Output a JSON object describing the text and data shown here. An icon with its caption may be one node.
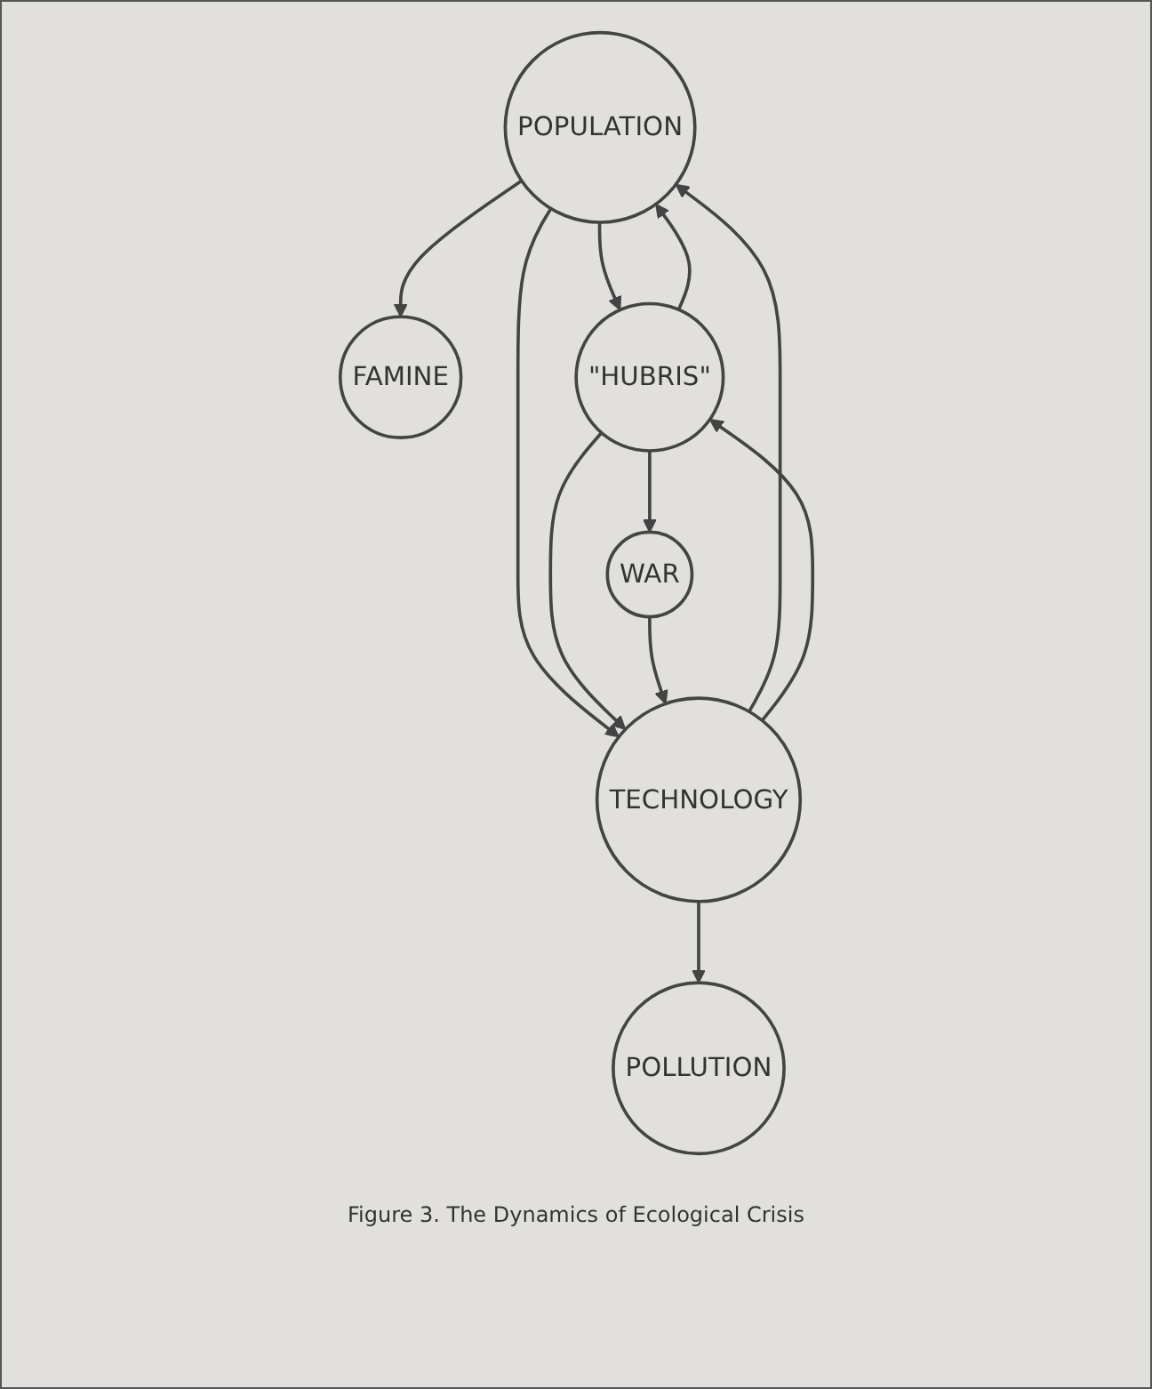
{
  "diagram": {
    "caption": "Figure 3. The Dynamics of Ecological Crisis",
    "nodes": [
      {
        "text": [
          "FAMINE"
        ]
      },
      {
        "text": [
          "POPULATION"
        ]
      },
      {
        "text": [
          "POLLUTION"
        ]
      },
      {
        "text": [
          "TECHNOLOGY"
        ]
      },
      {
        "text": [
          "\"HUBRIS\""
        ]
      },
      {
        "text": [
          "WAR"
        ]
      }
    ],
    "edges": [
      {
        "from": 3,
        "to": 1,
        "arrow": "to"
      },
      {
        "from": 1,
        "to": 0,
        "arrow": "to"
      },
      {
        "from": 1,
        "to": 4,
        "arrow": "to"
      },
      {
        "from": 4,
        "to": 5,
        "arrow": "to"
      },
      {
        "from": 1,
        "to": 3,
        "arrow": "to"
      },
      {
        "from": 4,
        "to": 1,
        "arrow": "to"
      },
      {
        "from": 3,
        "to": 4,
        "arrow": "to"
      },
      {
        "from": 4,
        "to": 3,
        "arrow": "to"
      },
      {
        "from": 5,
        "to": 3,
        "arrow": "to"
      },
      {
        "from": 3,
        "to": 2,
        "arrow": "to"
      }
    ]
  }
}
